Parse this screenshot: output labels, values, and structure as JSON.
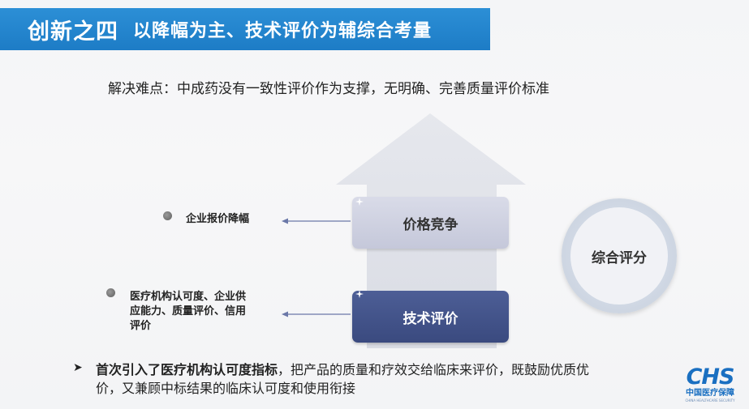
{
  "header": {
    "title": "创新之四",
    "subtitle": "以降幅为主、技术评价为辅综合考量",
    "accent_color": "#1d7cc6"
  },
  "difficulty": "解决难点：中成药没有一致性评价作为支撑，无明确、完善质量评价标准",
  "diagram": {
    "price_box": "价格竞争",
    "tech_box": "技术评价",
    "circle": "综合评分",
    "price_note": "企业报价降幅",
    "tech_note_lines": [
      "医疗机构认可度、企业供",
      "应能力、质量评价、信用",
      "评价"
    ]
  },
  "bottom": {
    "bullet_icon": "chevron-right-icon",
    "bold": "首次引入了医疗机构认可度指标",
    "rest": "，把产品的质量和疗效交给临床来评价，既鼓励优质优价，又兼顾中标结果的临床认可度和使用衔接"
  },
  "logo": {
    "mark": "CHS",
    "cn": "中国医疗保障",
    "en": "CHINA HEALTHCARE SECURITY"
  }
}
